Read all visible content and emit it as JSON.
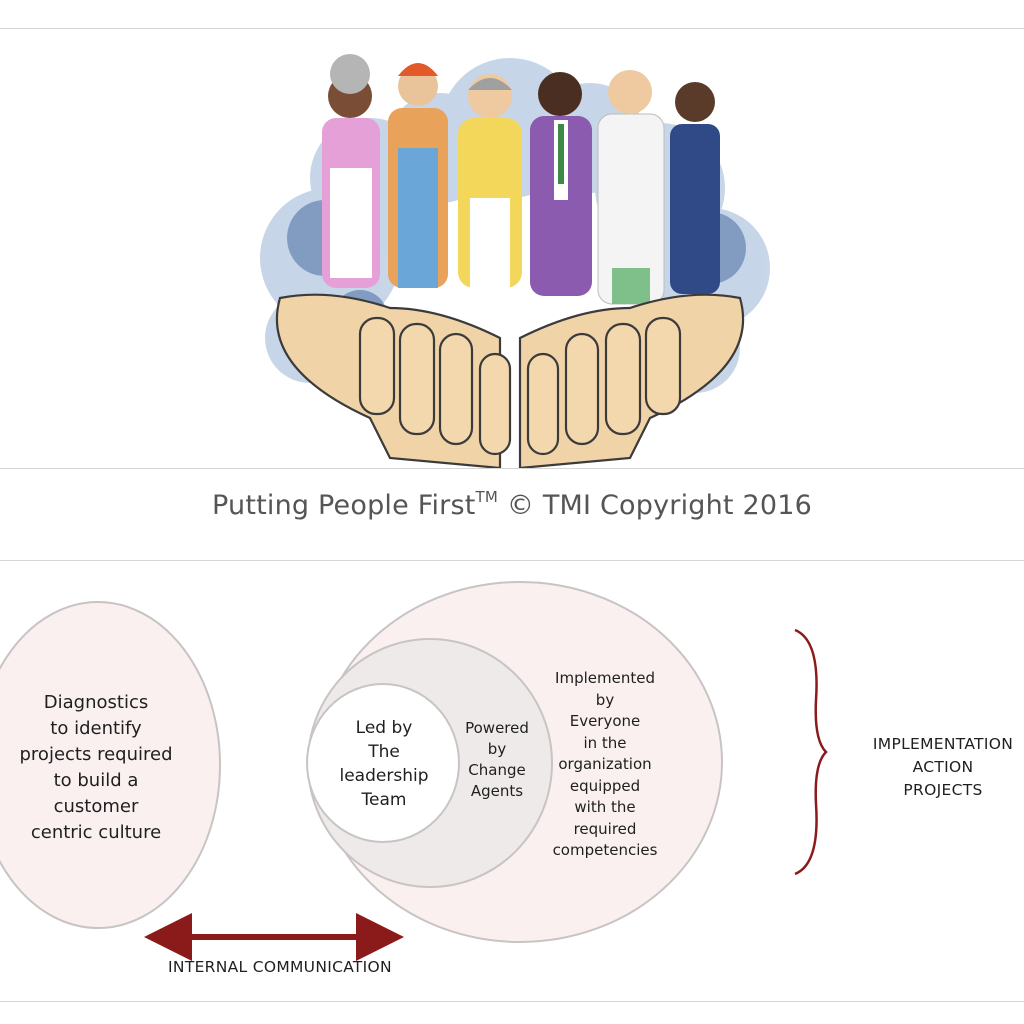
{
  "caption": {
    "text": "Putting People First",
    "trademark": "TM",
    "copyright": "© TMI Copyright 2016"
  },
  "diagram": {
    "diagnostics": [
      "Diagnostics",
      "to identify",
      "projects required",
      "to build a",
      "customer",
      "centric culture"
    ],
    "leadership": [
      "Led by",
      "The",
      "leadership",
      "Team"
    ],
    "change_agents": [
      "Powered",
      "by",
      "Change",
      "Agents"
    ],
    "everyone": [
      "Implemented",
      "by",
      "Everyone",
      "in the",
      "organization",
      "equipped",
      "with the",
      "required",
      "competencies"
    ],
    "projects": [
      "IMPLEMENTATION",
      "ACTION",
      "PROJECTS"
    ],
    "communication": "INTERNAL COMMUNICATION"
  },
  "colors": {
    "accent": "#8b1a1a",
    "circle_fill": "#faf0f0",
    "circle_mid": "#efeaea",
    "circle_stroke": "#c9c4c4"
  },
  "icons": [
    "hand-holding-people-illustration",
    "double-arrow-icon",
    "curly-brace-icon"
  ]
}
